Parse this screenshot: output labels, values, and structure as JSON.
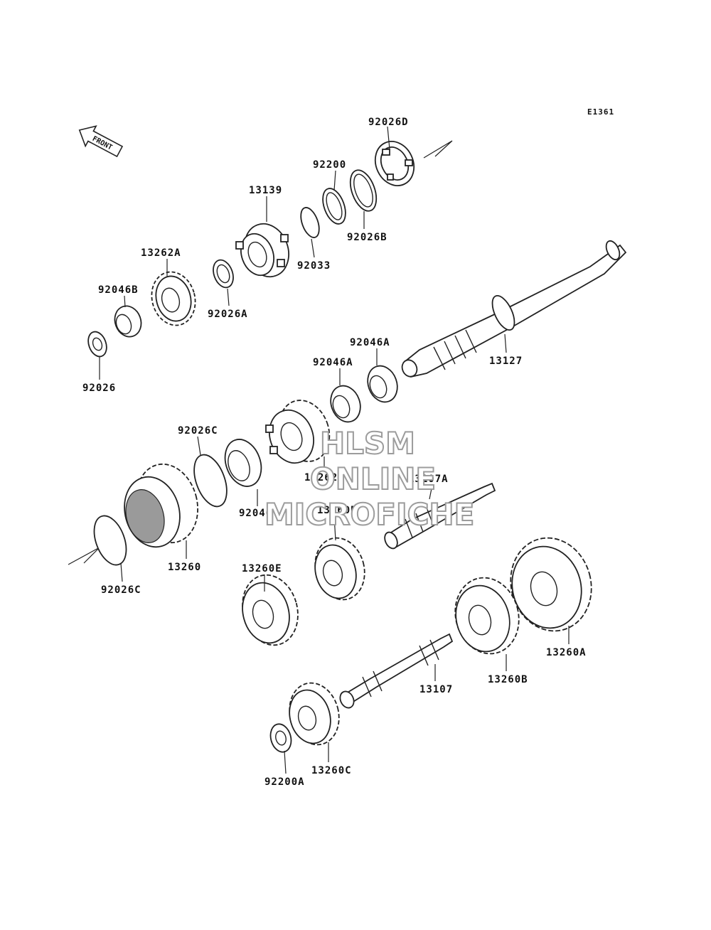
{
  "diagram": {
    "code": "E1361",
    "front_arrow_text": "FRONT",
    "watermark": [
      "HLSM",
      "ONLINE",
      "MICROFICHE"
    ],
    "parts": [
      {
        "id": "92026D",
        "label": "92026D"
      },
      {
        "id": "92200",
        "label": "92200"
      },
      {
        "id": "13139",
        "label": "13139"
      },
      {
        "id": "92026B",
        "label": "92026B"
      },
      {
        "id": "92033",
        "label": "92033"
      },
      {
        "id": "13262A",
        "label": "13262A"
      },
      {
        "id": "92046B",
        "label": "92046B"
      },
      {
        "id": "92026A",
        "label": "92026A"
      },
      {
        "id": "92026",
        "label": "92026"
      },
      {
        "id": "92046A-1",
        "label": "92046A"
      },
      {
        "id": "92046A-2",
        "label": "92046A"
      },
      {
        "id": "13127",
        "label": "13127"
      },
      {
        "id": "92026C-1",
        "label": "92026C"
      },
      {
        "id": "13262",
        "label": "13262"
      },
      {
        "id": "13107A",
        "label": "13107A"
      },
      {
        "id": "92046",
        "label": "92046"
      },
      {
        "id": "13260D",
        "label": "13260D"
      },
      {
        "id": "13260",
        "label": "13260"
      },
      {
        "id": "13260E",
        "label": "13260E"
      },
      {
        "id": "92026C-2",
        "label": "92026C"
      },
      {
        "id": "13260A",
        "label": "13260A"
      },
      {
        "id": "13260B",
        "label": "13260B"
      },
      {
        "id": "13107",
        "label": "13107"
      },
      {
        "id": "92200A",
        "label": "92200A"
      },
      {
        "id": "13260C",
        "label": "13260C"
      }
    ]
  }
}
